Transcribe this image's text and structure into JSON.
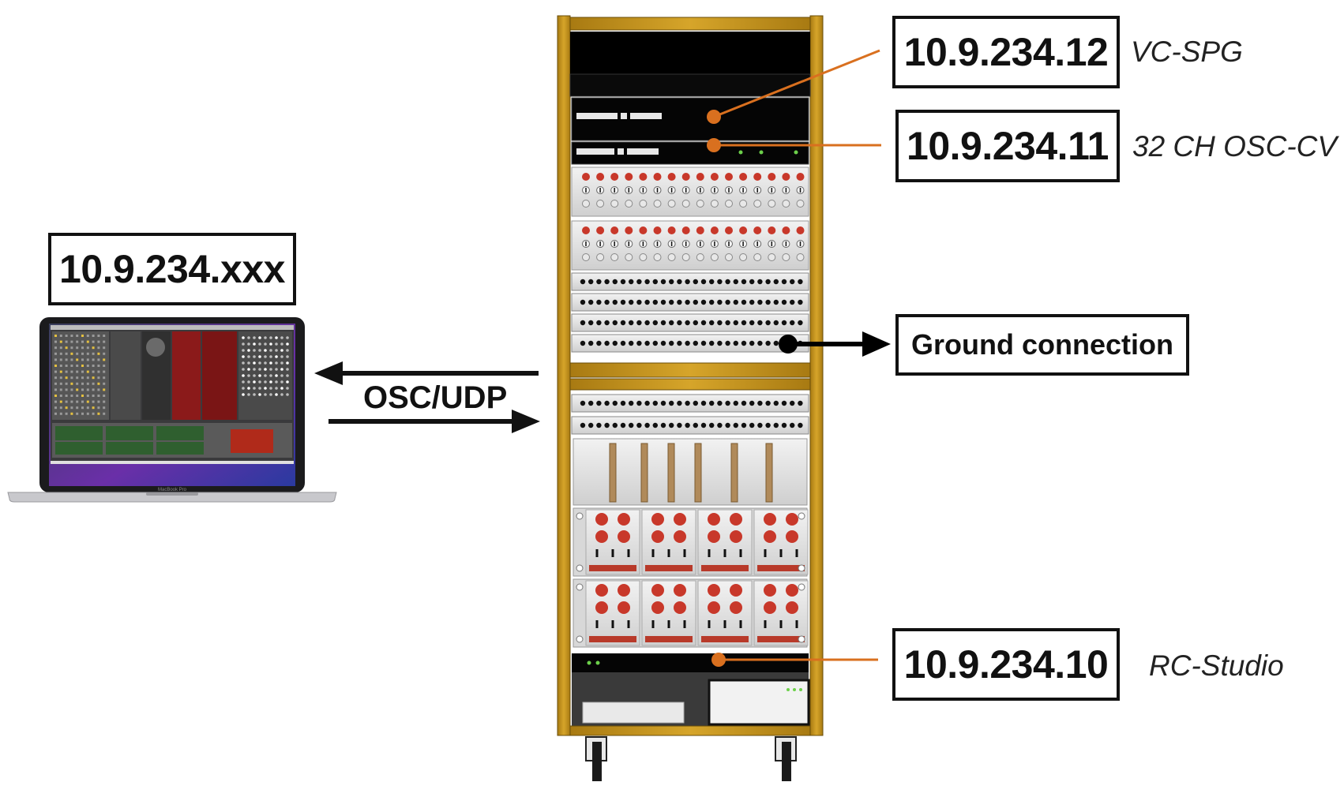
{
  "laptop": {
    "ip": "10.9.234.xxx",
    "device": "MacBook Pro"
  },
  "link": {
    "protocol": "OSC/UDP"
  },
  "devices": [
    {
      "ip": "10.9.234.12",
      "name": "VC-SPG"
    },
    {
      "ip": "10.9.234.11",
      "name": "32 CH OSC-CV"
    },
    {
      "ip": "10.9.234.10",
      "name": "RC-Studio"
    }
  ],
  "ground": {
    "label": "Ground connection"
  },
  "colors": {
    "rack_frame": "#c9961f",
    "connector_line": "#d9701f",
    "knob_red": "#c8382a",
    "panel_silver": "#dedede"
  }
}
